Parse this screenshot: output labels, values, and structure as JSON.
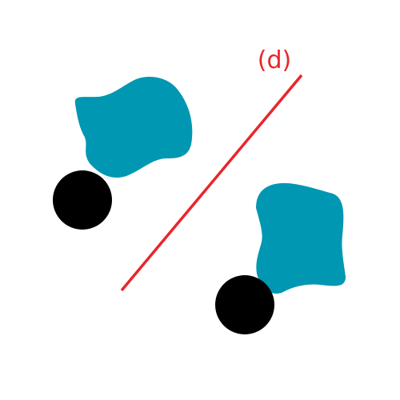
{
  "label": "(d)",
  "colors": {
    "background": "#ffffff",
    "line": "#e8262b",
    "blob": "#0097b2",
    "circle": "#000000"
  },
  "objects": [
    {
      "name": "original",
      "shape": "teal-blob",
      "marker": "black-circle"
    },
    {
      "name": "reflected",
      "shape": "teal-blob",
      "marker": "black-circle"
    }
  ],
  "axis": {
    "type": "line of reflection"
  }
}
